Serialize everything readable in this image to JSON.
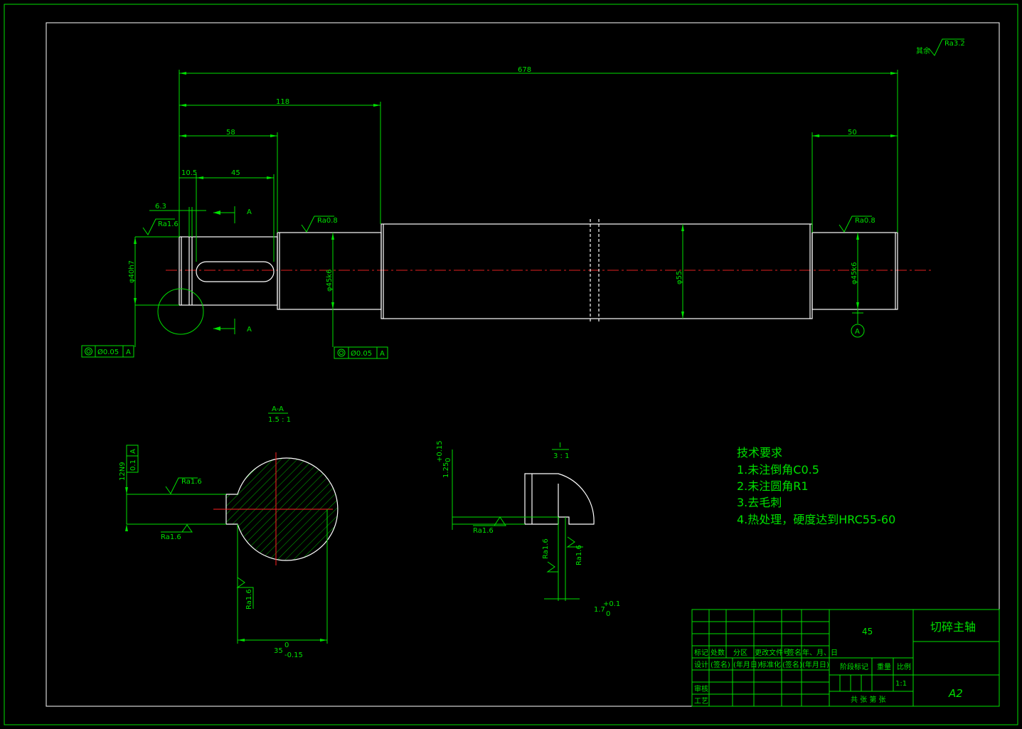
{
  "roughness_default": {
    "label": "其余",
    "value": "Ra3.2"
  },
  "dimensions": {
    "overall": "678",
    "d118": "118",
    "d58": "58",
    "d10_5": "10.5",
    "d45": "45",
    "d6_3": "6.3",
    "d50": "50",
    "dia40": "φ40h7",
    "dia45a": "φ45k6",
    "dia55": "φ55",
    "dia45b": "φ45k6",
    "key_width": "12N9",
    "key_depth": "35",
    "key_depth_tol_up": "0",
    "key_depth_tol_low": "-0.15",
    "groove_depth": "1.25",
    "groove_depth_tol_up": "+0.15",
    "groove_depth_tol_low": "0",
    "groove_width": "1.7",
    "groove_width_tol_up": "+0.1",
    "groove_width_tol_low": "0"
  },
  "roughness": {
    "ra16": "Ra1.6",
    "ra08": "Ra0.8"
  },
  "section_marks": {
    "a": "A"
  },
  "tolerance_frames": {
    "runout_value": "Ø0.05",
    "datum": "A",
    "sym_value": "0.1",
    "sym_datum": "A"
  },
  "datum_label": "A",
  "section_view": {
    "title": "A-A",
    "scale": "1.5 : 1"
  },
  "detail_view": {
    "title": "I",
    "scale": "3 : 1"
  },
  "tech_requirements": {
    "heading": "技术要求",
    "items": [
      "1.未注倒角C0.5",
      "2.未注圆角R1",
      "3.去毛刺",
      "4.热处理，硬度达到HRC55-60"
    ]
  },
  "title_block": {
    "material": "45",
    "part_name": "切碎主轴",
    "sheet_size": "A2",
    "scale": "1:1",
    "headers_row1": [
      "标记",
      "处数",
      "分区",
      "更改文件号",
      "签名",
      "年、月、日"
    ],
    "headers_row2": [
      "设计",
      "(签名)",
      "(年月日)",
      "标准化",
      "(签名)",
      "(年月日)"
    ],
    "stage_mark": "阶段标记",
    "weight": "重量",
    "ratio": "比例",
    "review": "审核",
    "process": "工艺",
    "sheets": "共    张   第    张"
  }
}
